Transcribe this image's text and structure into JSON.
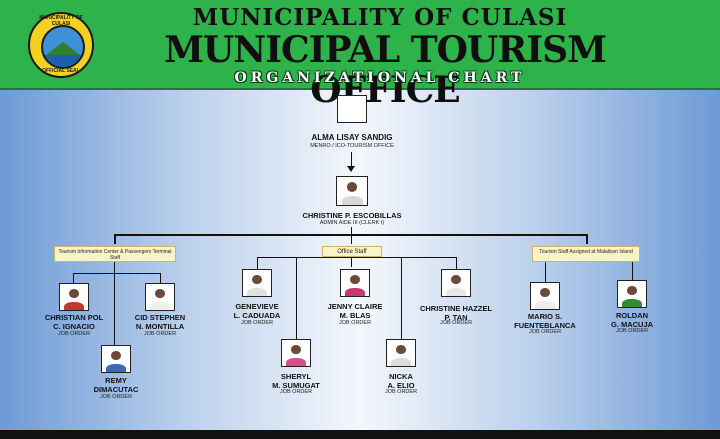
{
  "header": {
    "line1": "MUNICIPALITY OF CULASI",
    "line2": "MUNICIPAL TOURISM OFFICE",
    "line3": "ORGANIZATIONAL CHART",
    "seal_top": "MUNICIPALITY OF CULASI",
    "seal_bottom": "OFFICIAL SEAL",
    "colors": {
      "band": "#2eb24a",
      "seal": "#f2d21f"
    }
  },
  "head": {
    "name": "ALMA LISAY SANDIG",
    "role": "MENRO / ICO-TOURISM OFFICE"
  },
  "admin": {
    "name": "CHRISTINE P. ESCOBILLAS",
    "role": "ADMIN AIDE III (CLERK I)"
  },
  "groups": {
    "left": {
      "label": "Tourism Information Center & Passengers Terminal Staff",
      "staff": [
        {
          "name": "CHRISTIAN POL\nC. IGNACIO",
          "role": "JOB ORDER"
        },
        {
          "name": "CID STEPHEN\nN. MONTILLA",
          "role": "JOB ORDER"
        },
        {
          "name": "REMY\nDIMACUTAC",
          "role": "JOB ORDER"
        }
      ]
    },
    "center": {
      "label": "Office Staff",
      "staff": [
        {
          "name": "GENEVIEVE\nL. CADUADA",
          "role": "JOB ORDER"
        },
        {
          "name": "JENNY CLAIRE\nM. BLAS",
          "role": "JOB ORDER"
        },
        {
          "name": "CHRISTINE HAZZEL\nP. TAN",
          "role": "JOB ORDER"
        },
        {
          "name": "SHERYL\nM. SUMUGAT",
          "role": "JOB ORDER"
        },
        {
          "name": "NICKA\nA. ELIO",
          "role": "JOB ORDER"
        }
      ]
    },
    "right": {
      "label": "Tourism Staff Assigned at Malalison Island",
      "staff": [
        {
          "name": "MARIO S.\nFUENTEBLANCA",
          "role": "JOB ORDER"
        },
        {
          "name": "ROLDAN\nG. MACUJA",
          "role": "JOB ORDER"
        }
      ]
    }
  }
}
